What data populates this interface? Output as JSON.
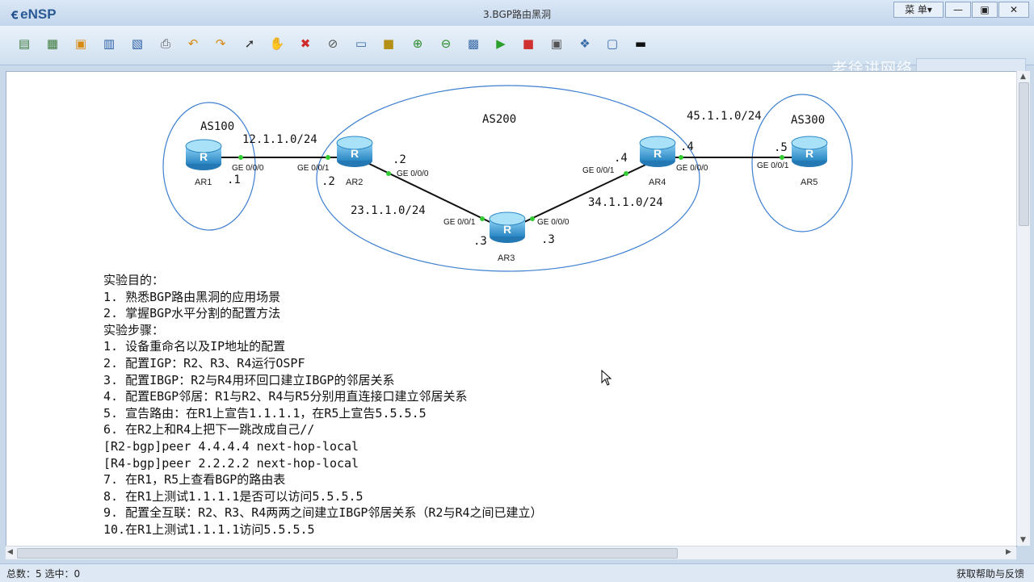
{
  "app": {
    "logo_text": "eNSP",
    "window_title": "3.BGP路由黑洞"
  },
  "titlebar": {
    "menu_label": "菜 单▾",
    "minimize": "—",
    "restore": "▣",
    "close": "✕"
  },
  "watermark": "老徐讲网络",
  "toolbar": {
    "icons": [
      "new-topology-icon",
      "new-lab-icon",
      "open-icon",
      "save-icon",
      "save-as-icon",
      "print-icon",
      "undo-icon",
      "redo-icon",
      "select-icon",
      "pan-hand-icon",
      "delete-icon",
      "delete-links-icon",
      "text-icon",
      "rectangle-icon",
      "zoom-in-icon",
      "zoom-out-icon",
      "fit-icon",
      "start-icon",
      "stop-icon",
      "capture-icon",
      "topology-icon",
      "grid-icon",
      "cli-icon"
    ]
  },
  "topology": {
    "as_labels": {
      "as100": "AS100",
      "as200": "AS200",
      "as300": "AS300"
    },
    "devices": {
      "ar1": "AR1",
      "ar2": "AR2",
      "ar3": "AR3",
      "ar4": "AR4",
      "ar5": "AR5"
    },
    "router_glyph": "R",
    "networks": {
      "n12": "12.1.1.0/24",
      "n23": "23.1.1.0/24",
      "n34": "34.1.1.0/24",
      "n45": "45.1.1.0/24"
    },
    "ports": {
      "ar1_ge000": "GE 0/0/0",
      "ar2_ge001": "GE 0/0/1",
      "ar2_ge000": "GE 0/0/0",
      "ar3_ge001": "GE 0/0/1",
      "ar3_ge000": "GE 0/0/0",
      "ar4_ge001": "GE 0/0/1",
      "ar4_ge000": "GE 0/0/0",
      "ar5_ge001": "GE 0/0/1"
    },
    "hosts": {
      "ar1": ".1",
      "ar2_left": ".2",
      "ar2_right": ".2",
      "ar3_left": ".3",
      "ar3_right": ".3",
      "ar4_left": ".4",
      "ar4_right": ".4",
      "ar5": ".5"
    }
  },
  "notes": [
    "实验目的：",
    "1. 熟悉BGP路由黑洞的应用场景",
    "2. 掌握BGP水平分割的配置方法",
    "实验步骤：",
    "1. 设备重命名以及IP地址的配置",
    "2. 配置IGP：R2、R3、R4运行OSPF",
    "3. 配置IBGP：R2与R4用环回口建立IBGP的邻居关系",
    "4. 配置EBGP邻居：R1与R2、R4与R5分别用直连接口建立邻居关系",
    "5. 宣告路由：在R1上宣告1.1.1.1，在R5上宣告5.5.5.5",
    "6. 在R2上和R4上把下一跳改成自己//",
    "[R2-bgp]peer 4.4.4.4 next-hop-local",
    "[R4-bgp]peer 2.2.2.2 next-hop-local",
    "7. 在R1，R5上查看BGP的路由表",
    "8. 在R1上测试1.1.1.1是否可以访问5.5.5.5",
    "9. 配置全互联：R2、R3、R4两两之间建立IBGP邻居关系（R2与R4之间已建立）",
    "10.在R1上测试1.1.1.1访问5.5.5.5"
  ],
  "statusbar": {
    "count": "总数：5 选中：0",
    "help": "获取帮助与反馈"
  },
  "colors": {
    "ellipse": "#3d7fd0",
    "link": "#111111",
    "port_dot": "#33cc33",
    "router_body": "#4aa6dc"
  }
}
